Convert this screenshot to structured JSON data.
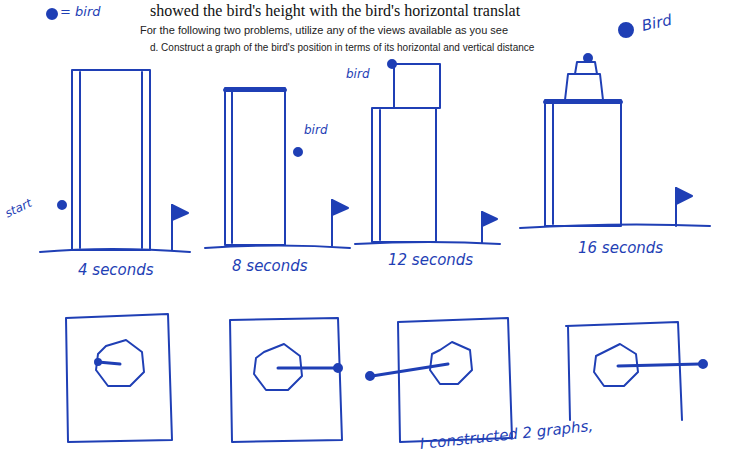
{
  "diagram": {
    "labels": [
      "showed the bird's height with the bird's horizontal translat",
      "For the following two problems, utilize any of the views available as you see",
      "d.   Construct a graph of the bird's position in terms of its horizontal and vertical distance",
      "Bird",
      "start",
      "bird",
      "bird",
      "4 seconds",
      "8 seconds",
      "12 seconds",
      "16 seconds",
      "I constructed 2 graphs,"
    ],
    "legend": [
      {
        "text": "= bird"
      }
    ]
  }
}
